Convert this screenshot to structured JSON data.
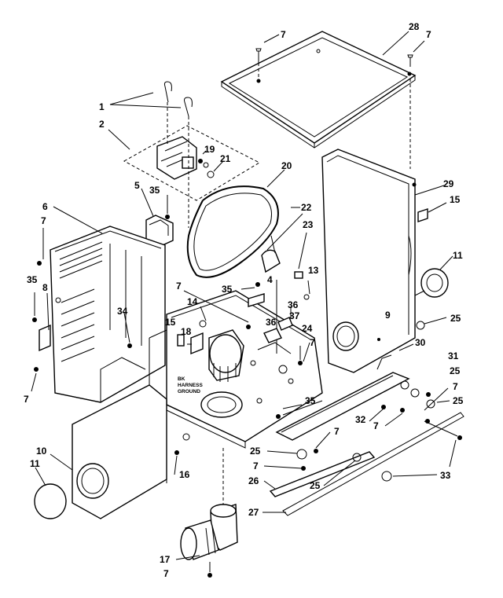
{
  "callouts": [
    {
      "id": "c-7a",
      "text": "7"
    },
    {
      "id": "c-28",
      "text": "28"
    },
    {
      "id": "c-7b",
      "text": "7"
    },
    {
      "id": "c-1",
      "text": "1"
    },
    {
      "id": "c-2",
      "text": "2"
    },
    {
      "id": "c-19",
      "text": "19"
    },
    {
      "id": "c-21",
      "text": "21"
    },
    {
      "id": "c-20",
      "text": "20"
    },
    {
      "id": "c-5",
      "text": "5"
    },
    {
      "id": "c-35a",
      "text": "35"
    },
    {
      "id": "c-29",
      "text": "29"
    },
    {
      "id": "c-15a",
      "text": "15"
    },
    {
      "id": "c-6",
      "text": "6"
    },
    {
      "id": "c-7c",
      "text": "7"
    },
    {
      "id": "c-22",
      "text": "22"
    },
    {
      "id": "c-23",
      "text": "23"
    },
    {
      "id": "c-11a",
      "text": "11"
    },
    {
      "id": "c-35b",
      "text": "35"
    },
    {
      "id": "c-8",
      "text": "8"
    },
    {
      "id": "c-13",
      "text": "13"
    },
    {
      "id": "c-7d",
      "text": "7"
    },
    {
      "id": "c-35c",
      "text": "35"
    },
    {
      "id": "c-4",
      "text": "4"
    },
    {
      "id": "c-14",
      "text": "14"
    },
    {
      "id": "c-36a",
      "text": "36"
    },
    {
      "id": "c-34",
      "text": "34"
    },
    {
      "id": "c-9",
      "text": "9"
    },
    {
      "id": "c-25a",
      "text": "25"
    },
    {
      "id": "c-15b",
      "text": "15"
    },
    {
      "id": "c-18",
      "text": "18"
    },
    {
      "id": "c-36b",
      "text": "36"
    },
    {
      "id": "c-37",
      "text": "37"
    },
    {
      "id": "c-24",
      "text": "24"
    },
    {
      "id": "c-7e",
      "text": "7"
    },
    {
      "id": "c-30",
      "text": "30"
    },
    {
      "id": "c-31",
      "text": "31"
    },
    {
      "id": "c-25b",
      "text": "25"
    },
    {
      "id": "c-7f",
      "text": "7"
    },
    {
      "id": "c-7g",
      "text": "7"
    },
    {
      "id": "c-35d",
      "text": "35"
    },
    {
      "id": "c-25c",
      "text": "25"
    },
    {
      "id": "c-32",
      "text": "32"
    },
    {
      "id": "c-7h",
      "text": "7"
    },
    {
      "id": "c-7i",
      "text": "7"
    },
    {
      "id": "c-25d",
      "text": "25"
    },
    {
      "id": "c-10",
      "text": "10"
    },
    {
      "id": "c-7j",
      "text": "7"
    },
    {
      "id": "c-11b",
      "text": "11"
    },
    {
      "id": "c-16",
      "text": "16"
    },
    {
      "id": "c-26",
      "text": "26"
    },
    {
      "id": "c-25e",
      "text": "25"
    },
    {
      "id": "c-33",
      "text": "33"
    },
    {
      "id": "c-27",
      "text": "27"
    },
    {
      "id": "c-17",
      "text": "17"
    },
    {
      "id": "c-7k",
      "text": "7"
    }
  ],
  "ground_label": [
    "BK",
    "HARNESS",
    "GROUND"
  ]
}
